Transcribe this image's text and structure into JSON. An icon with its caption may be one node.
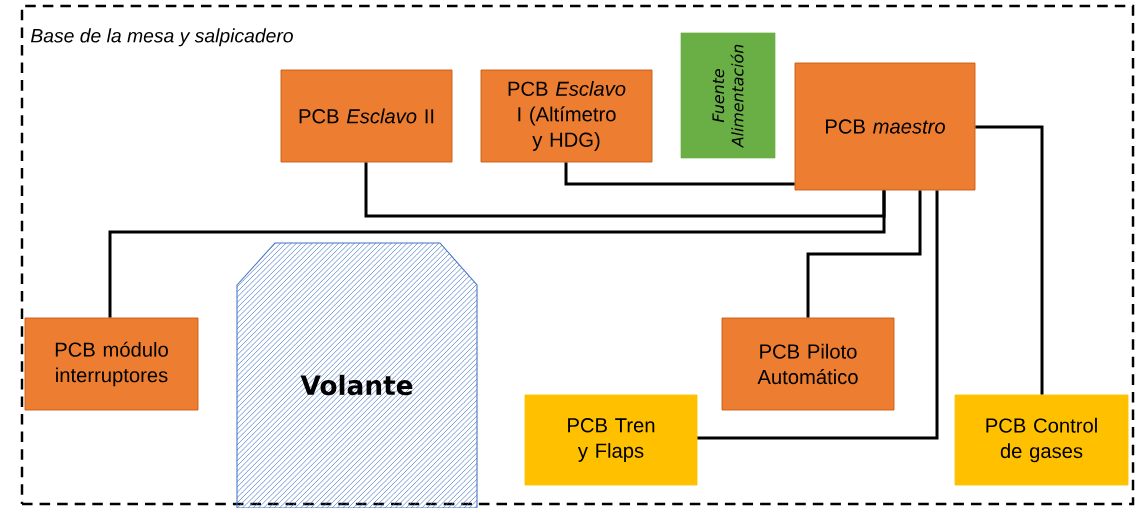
{
  "diagram": {
    "nodes": [
      {
        "text": [
          "Base de la mesa y salpicadero"
        ]
      },
      {
        "text": [
          "PCB *Esclavo* II"
        ],
        "in": 0
      },
      {
        "text": [
          "PCB *Esclavo* I (Altímetro y HDG)"
        ],
        "in": 0
      },
      {
        "text": [
          "Fuente Alimentación"
        ],
        "in": 0
      },
      {
        "text": [
          "PCB *maestro*"
        ],
        "in": 0
      },
      {
        "text": [
          "PCB módulo interruptores"
        ],
        "in": 0
      },
      {
        "text": [
          "Volante"
        ],
        "in": 0
      },
      {
        "text": [
          "PCB Piloto Automático"
        ],
        "in": 0
      },
      {
        "text": [
          "PCB Tren y Flaps"
        ],
        "in": 0
      },
      {
        "text": [
          "PCB Control de gases"
        ],
        "in": 0
      }
    ],
    "edges": [
      {
        "from": 4,
        "to": 2,
        "arrow": "none"
      },
      {
        "from": 4,
        "to": 1,
        "arrow": "none"
      },
      {
        "from": 4,
        "to": 5,
        "arrow": "none"
      },
      {
        "from": 4,
        "to": 7,
        "arrow": "none"
      },
      {
        "from": 4,
        "to": 8,
        "arrow": "none"
      },
      {
        "from": 4,
        "to": 9,
        "arrow": "none"
      }
    ]
  }
}
